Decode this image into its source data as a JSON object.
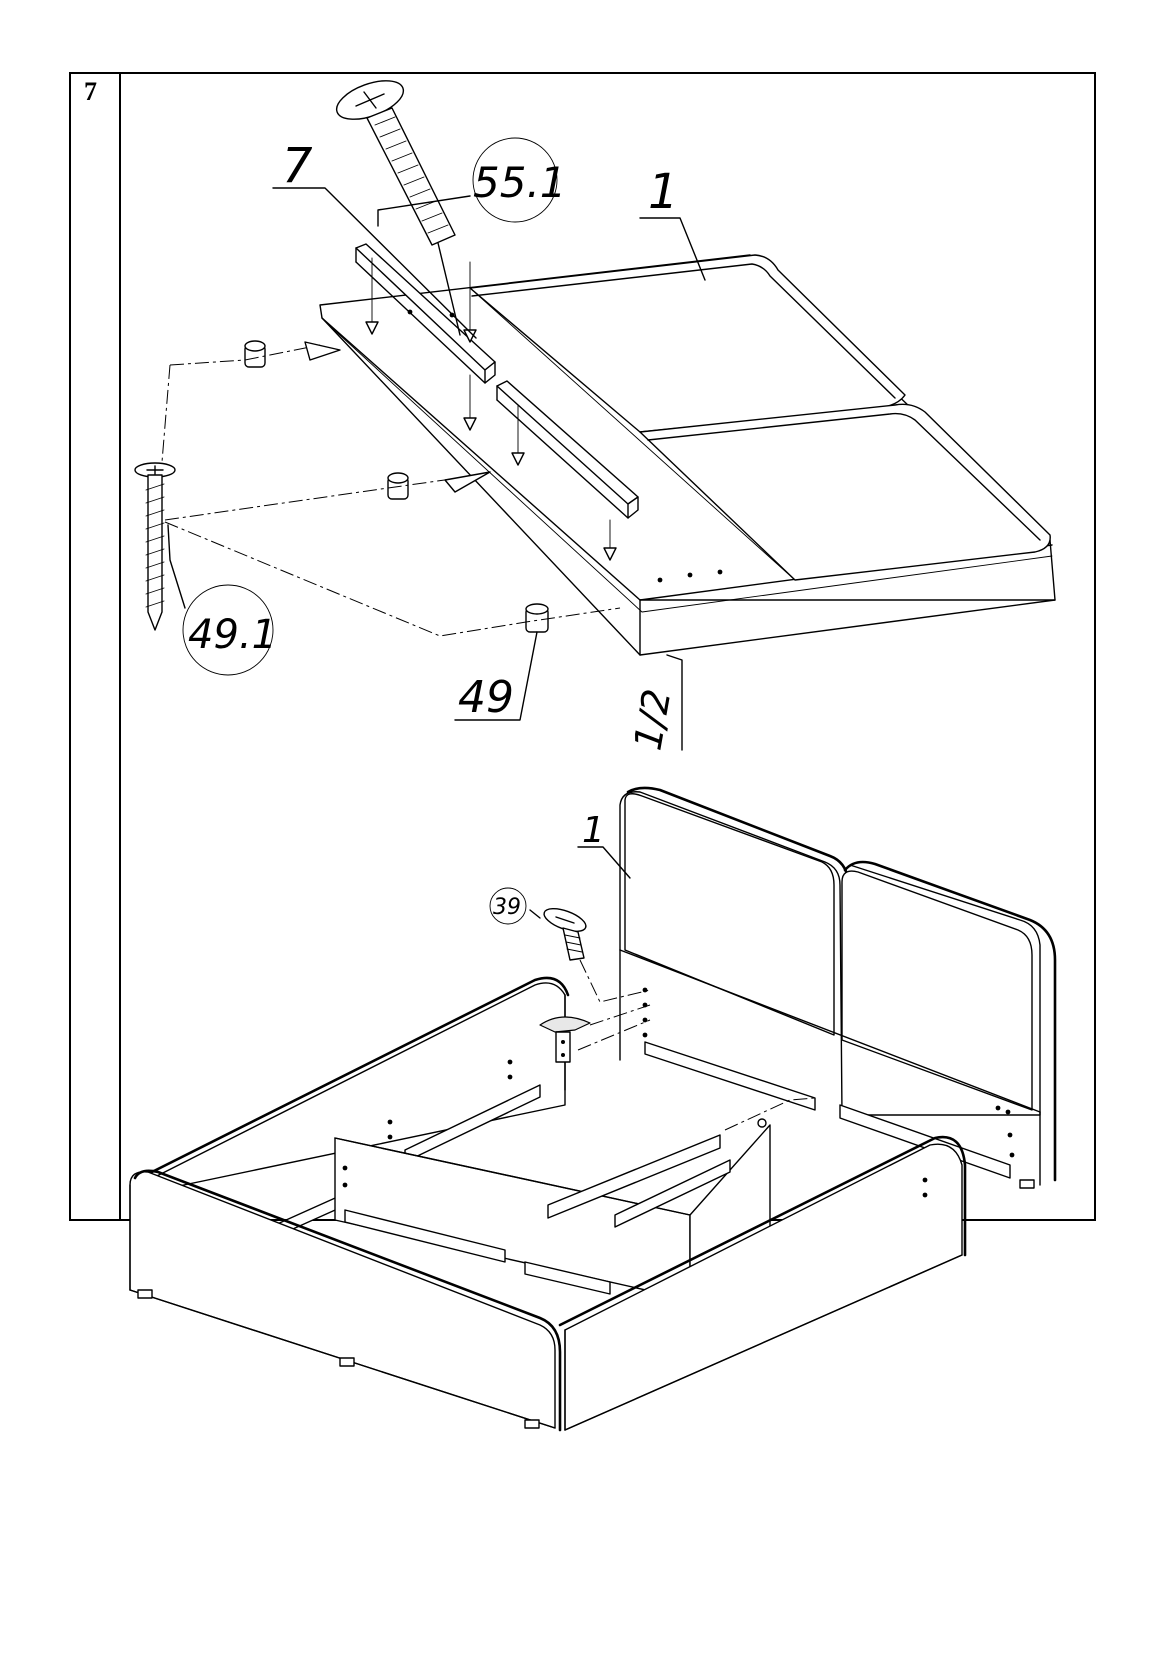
{
  "step": {
    "number": "7"
  },
  "callouts": {
    "top_part_7": "7",
    "top_bolt_55_1": "55.1",
    "top_panel_1": "1",
    "top_screw_49_1": "49.1",
    "top_spacer_49": "49",
    "top_side_1_2": "1/2",
    "bottom_panel_1": "1",
    "bottom_bolt_39": "39"
  },
  "colors": {
    "line": "#000000",
    "paper": "#ffffff",
    "shade": "#e8e8e8"
  }
}
